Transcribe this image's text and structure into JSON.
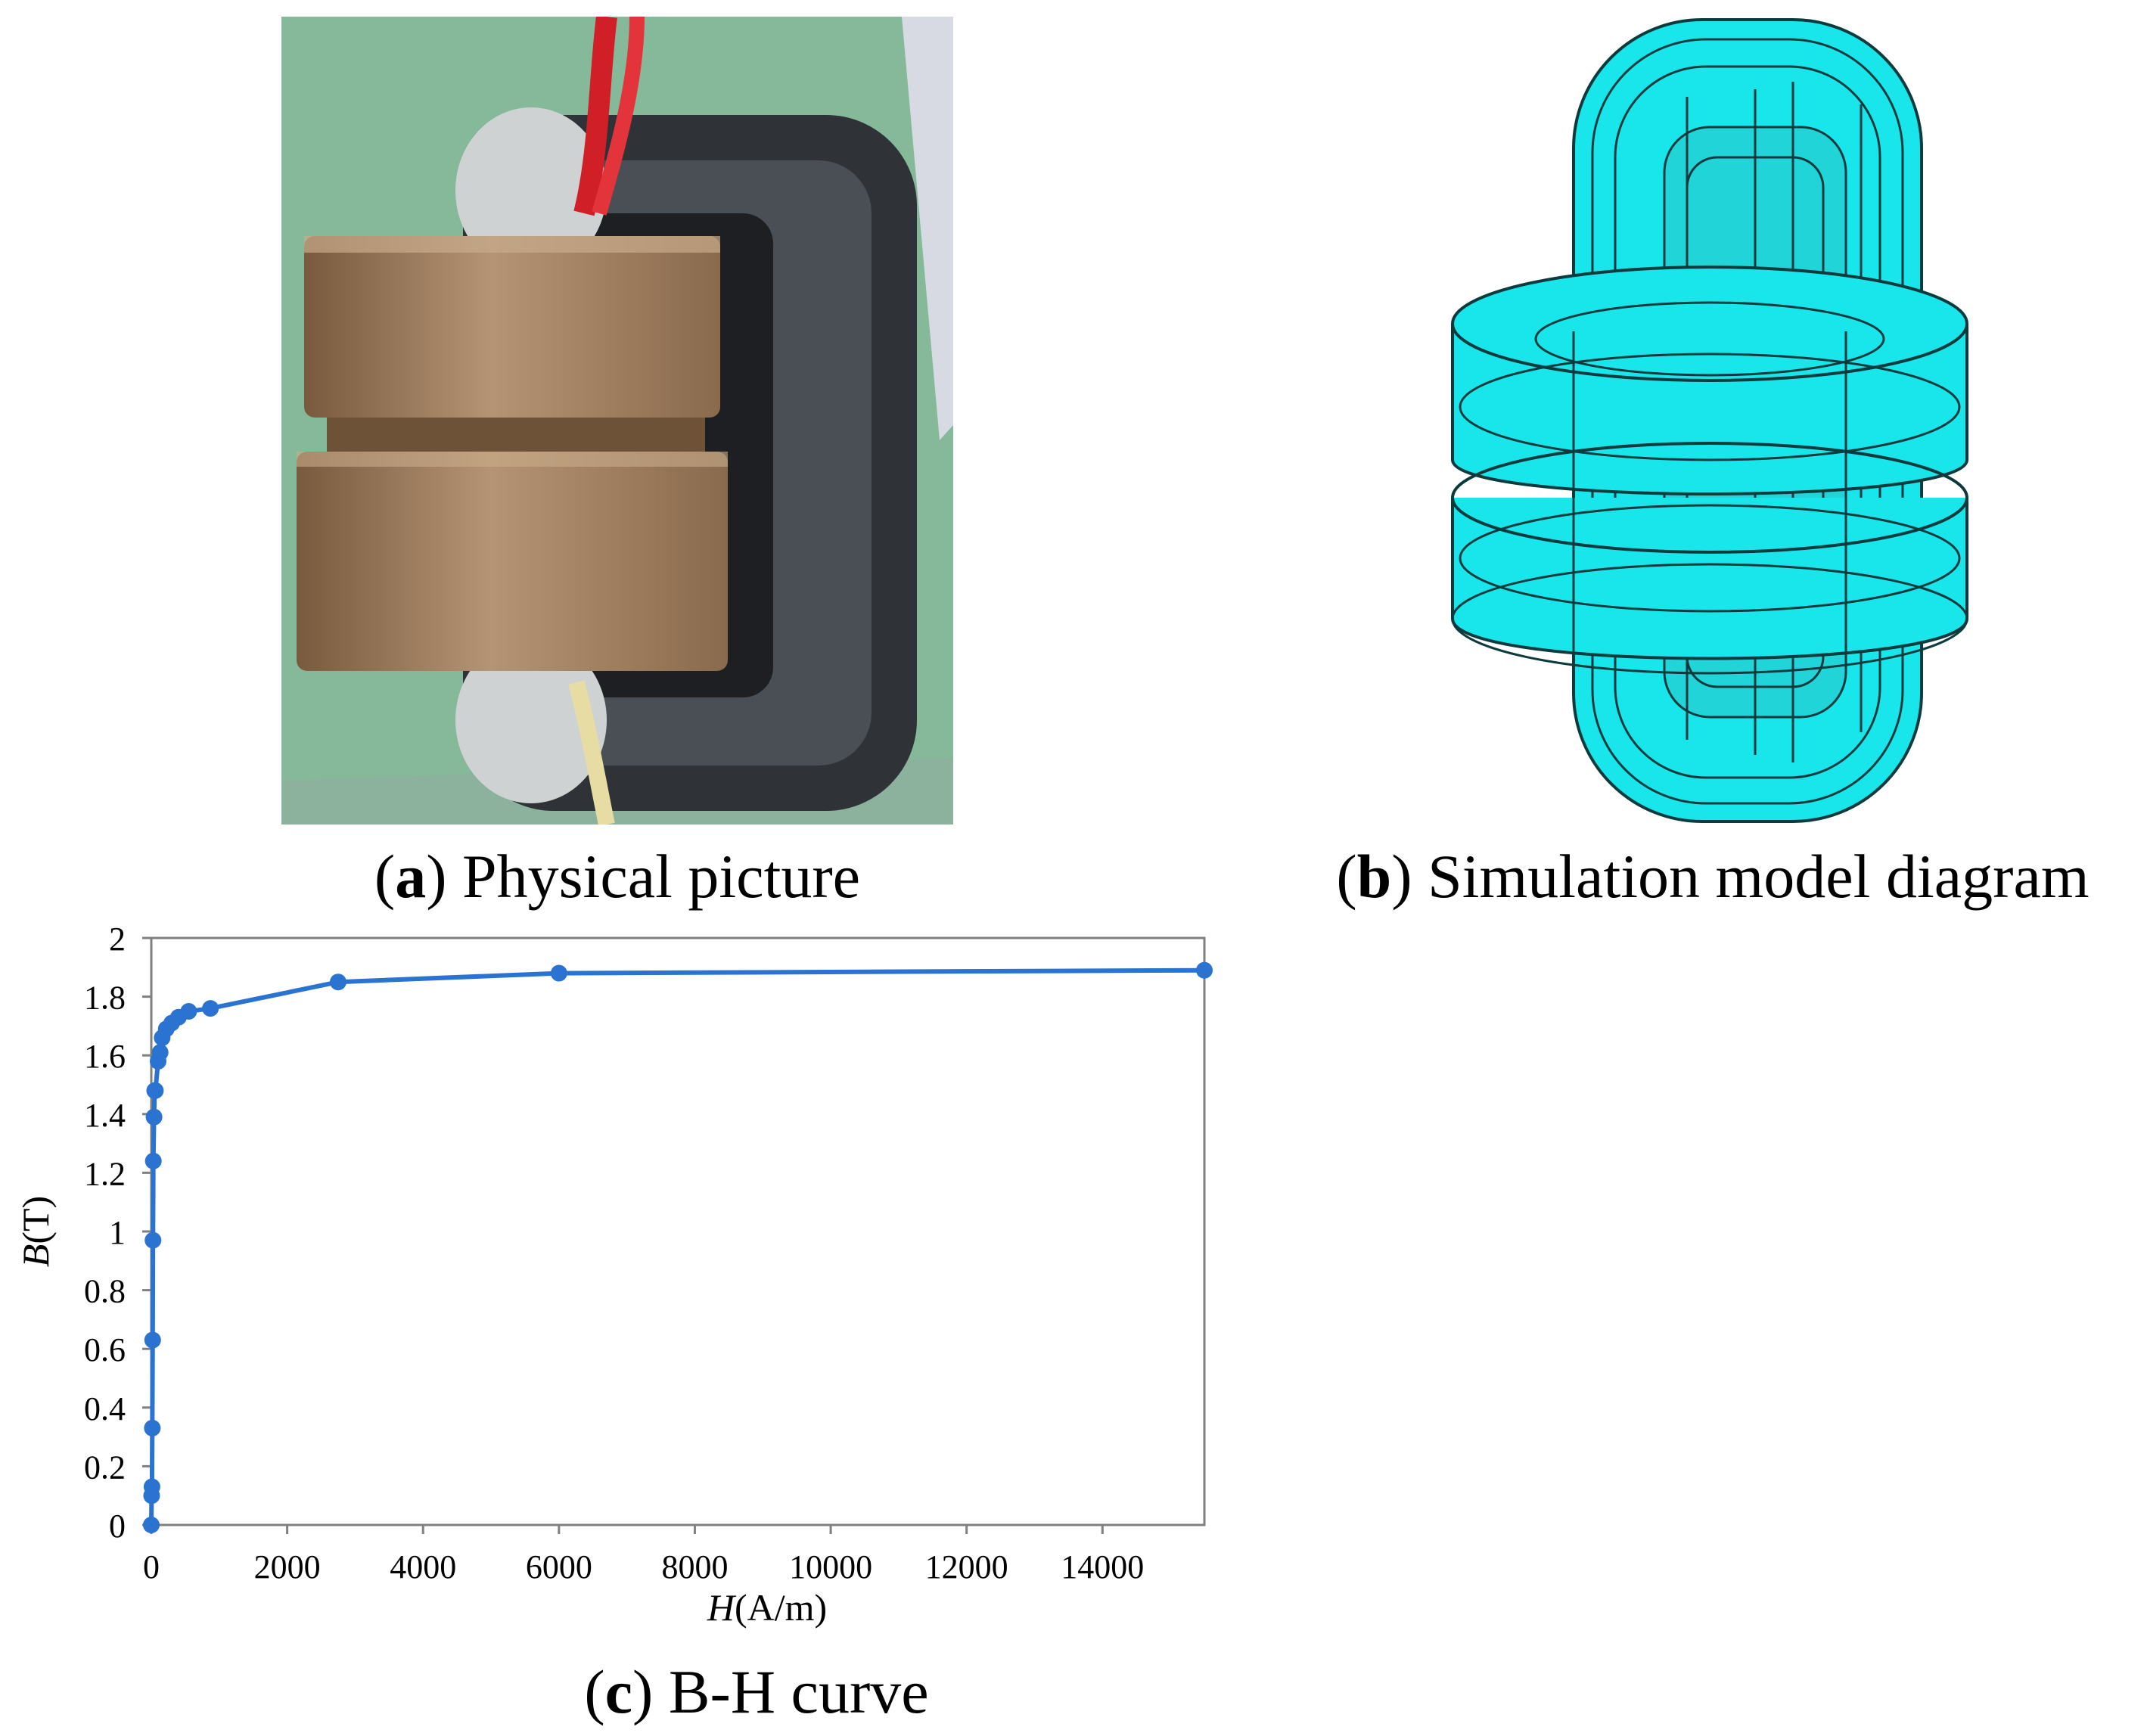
{
  "panels": {
    "a": {
      "letter": "a",
      "caption": "Physical picture"
    },
    "b": {
      "letter": "b",
      "caption": "Simulation model diagram"
    },
    "c": {
      "letter": "c",
      "caption": "B-H curve"
    }
  },
  "colors": {
    "series": "#2a73d1",
    "photo_background": "#86b99a",
    "copper": "#9a7a55",
    "core": "#3c3f45",
    "model_fill": "#18e6ea",
    "model_edge": "#0d3b3d"
  },
  "chart_data": {
    "type": "line",
    "title": "",
    "xlabel_var": "H",
    "xlabel_unit": "(A/m)",
    "ylabel_var": "B",
    "ylabel_unit": "(T)",
    "xlim": [
      0,
      15500
    ],
    "ylim": [
      0,
      2
    ],
    "xticks": [
      0,
      2000,
      4000,
      6000,
      8000,
      10000,
      12000,
      14000
    ],
    "yticks": [
      0,
      0.2,
      0.4,
      0.6,
      0.8,
      1,
      1.2,
      1.4,
      1.6,
      1.8,
      2
    ],
    "grid": false,
    "legend": "none",
    "series": [
      {
        "x": [
          0,
          5,
          10,
          15,
          20,
          25,
          30,
          40,
          50,
          60,
          100,
          130,
          160,
          220,
          300,
          400,
          550,
          870,
          2750,
          6000,
          15500
        ],
        "y": [
          0,
          0.1,
          0.13,
          0.33,
          0.63,
          0.97,
          1.24,
          1.39,
          1.48,
          1.48,
          1.58,
          1.61,
          1.66,
          1.69,
          1.71,
          1.73,
          1.75,
          1.76,
          1.85,
          1.88,
          1.89
        ]
      }
    ]
  }
}
